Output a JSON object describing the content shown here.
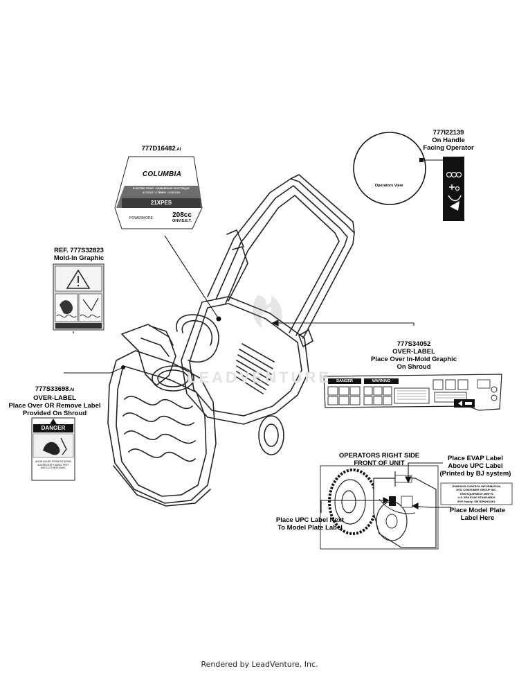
{
  "callouts": {
    "handle": {
      "part": "777I22139",
      "line1": "On Handle",
      "line2": "Facing Operator"
    },
    "handle_inset_caption": "Operators View",
    "top_decal": {
      "part": "777D16482",
      "suffix": ".AI"
    },
    "mold_in": {
      "line1": "REF. 777S32823",
      "line2": "Mold-In Graphic"
    },
    "shroud": {
      "part": "777S34052",
      "line1": "OVER-LABEL",
      "line2": "Place Over In-Mold Graphic",
      "line3": "On Shroud"
    },
    "danger_label": {
      "part": "777S33698",
      "suffix": ".AI",
      "line1": "OVER-LABEL",
      "line2": "Place Over OR Remove Label",
      "line3": "Provided On Shroud"
    },
    "right_side": {
      "line1": "OPERATORS RIGHT SIDE",
      "line2": "FRONT OF UNIT"
    },
    "evap": {
      "line1": "Place EVAP Label",
      "line2": "Above UPC Label",
      "line3": "(Printed by BJ system)"
    },
    "upc": {
      "line1": "Place UPC Label Next",
      "line2": "To Model Plate Label"
    },
    "model_plate": {
      "line1": "Place Model Plate",
      "line2": "Label Here"
    }
  },
  "decal_text": {
    "brand": "COLUMBIA",
    "start_line": "ELECTRIC START • DEMARRAGE ELECTRIQUE",
    "cycle_line": "4-CYCLE / 4-TEMPS • 4-CICLOS",
    "model": "21XPES",
    "engine_brand": "POWERMORE",
    "engine_size": "208cc",
    "engine_type": "OHV/S.E.T."
  },
  "danger_text": {
    "title": "DANGER",
    "shroud_danger": "DANGER",
    "shroud_warning": "WARNING",
    "line1": "AVOID INJURY FROM ROTATING",
    "line2": "AUGER-KEEP HANDS, FEET",
    "line3": "AND CLOTHING AWAY."
  },
  "evap_text": {
    "line1": "EMISSION CONTROL INFORMATION",
    "line2": "MTD CONSUMER GROUP INC.",
    "line3": "THIS EQUIPMENT MEETS",
    "line4": "U.S. EPA EVAP STANDARDS",
    "line5": "EVP Family: EMTDPNHOSE1"
  },
  "watermark": "LEADVENTURE",
  "footer": "Rendered by LeadVenture, Inc."
}
